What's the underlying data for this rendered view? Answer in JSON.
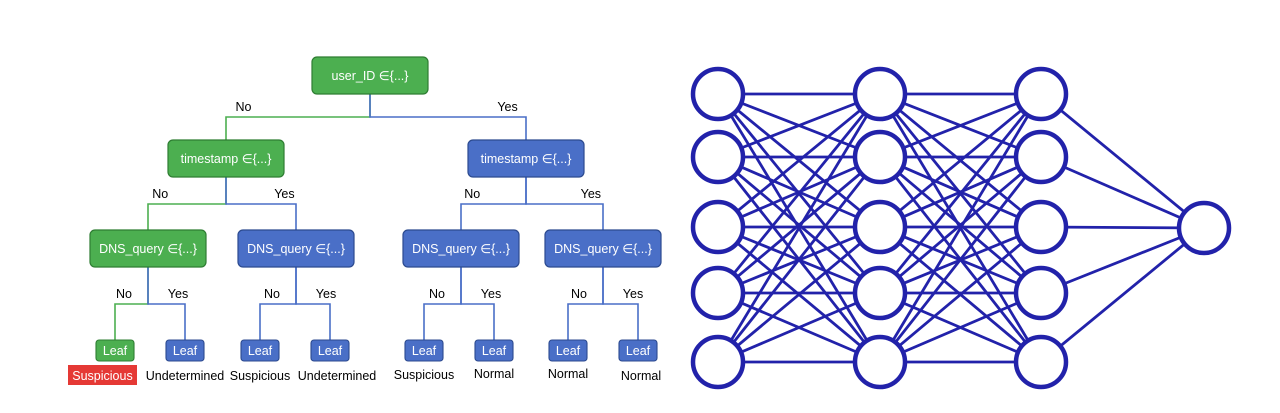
{
  "colors": {
    "green": "#4caf50",
    "green_edge": "#2e7d32",
    "blue": "#4a6fc7",
    "blue_edge": "#2c4a8f",
    "red": "#e53935",
    "nn": "#2222aa"
  },
  "tree": {
    "root": {
      "label": "user_ID ∈{...}",
      "color": "green"
    },
    "level1": [
      {
        "label": "timestamp ∈{...}",
        "color": "green",
        "edge_label": "No"
      },
      {
        "label": "timestamp ∈{...}",
        "color": "blue",
        "edge_label": "Yes"
      }
    ],
    "level2": [
      {
        "label": "DNS_query ∈{...}",
        "color": "green",
        "edge_label": "No"
      },
      {
        "label": "DNS_query ∈{...}",
        "color": "blue",
        "edge_label": "Yes"
      },
      {
        "label": "DNS_query ∈{...}",
        "color": "blue",
        "edge_label": "No"
      },
      {
        "label": "DNS_query ∈{...}",
        "color": "blue",
        "edge_label": "Yes"
      }
    ],
    "leaves": [
      {
        "label": "Leaf",
        "color": "green",
        "edge_label": "No",
        "outcome": "Suspicious",
        "highlight": true
      },
      {
        "label": "Leaf",
        "color": "blue",
        "edge_label": "Yes",
        "outcome": "Undetermined",
        "highlight": false
      },
      {
        "label": "Leaf",
        "color": "blue",
        "edge_label": "No",
        "outcome": "Suspicious",
        "highlight": false
      },
      {
        "label": "Leaf",
        "color": "blue",
        "edge_label": "Yes",
        "outcome": "Undetermined",
        "highlight": false
      },
      {
        "label": "Leaf",
        "color": "blue",
        "edge_label": "No",
        "outcome": "Suspicious",
        "highlight": false
      },
      {
        "label": "Leaf",
        "color": "blue",
        "edge_label": "Yes",
        "outcome": "Normal",
        "highlight": false
      },
      {
        "label": "Leaf",
        "color": "blue",
        "edge_label": "No",
        "outcome": "Normal",
        "highlight": false
      },
      {
        "label": "Leaf",
        "color": "blue",
        "edge_label": "Yes",
        "outcome": "Normal",
        "highlight": false
      }
    ]
  },
  "network": {
    "layers": [
      5,
      5,
      5,
      1
    ]
  }
}
